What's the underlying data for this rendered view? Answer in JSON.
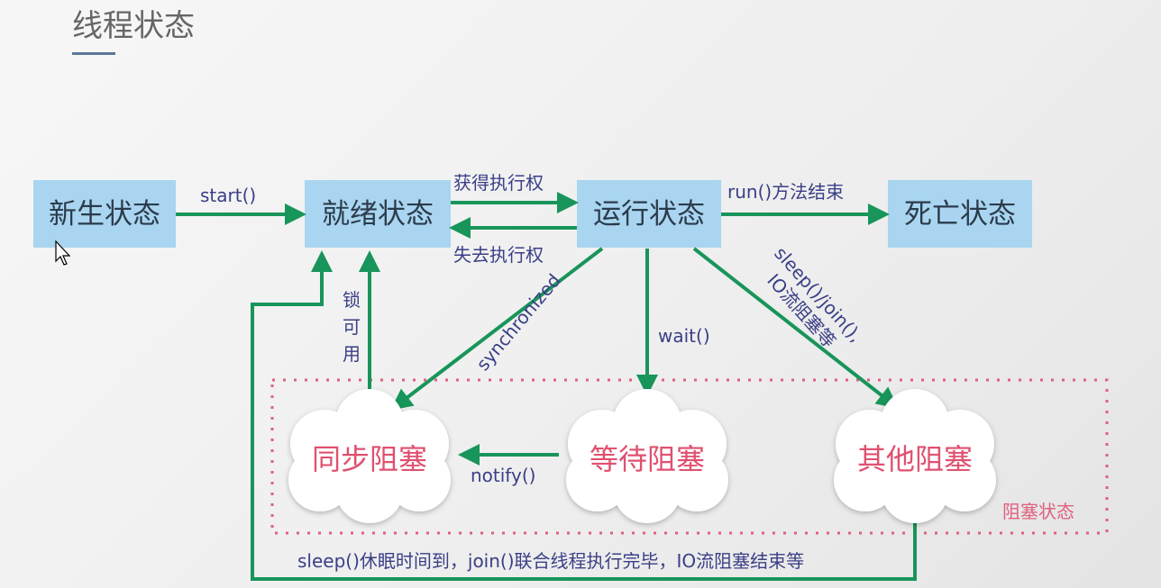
{
  "title": "线程状态",
  "states": {
    "new": "新生状态",
    "ready": "就绪状态",
    "running": "运行状态",
    "dead": "死亡状态"
  },
  "blocked": {
    "sync": "同步阻塞",
    "wait": "等待阻塞",
    "other": "其他阻塞",
    "group_label": "阻塞状态"
  },
  "transitions": {
    "start": "start()",
    "get_cpu": "获得执行权",
    "lose_cpu": "失去执行权",
    "run_end": "run()方法结束",
    "synchronized": "synchronized",
    "wait": "wait()",
    "sleep_line1": "sleep()/join(),",
    "sleep_line2": "IO流阻塞等",
    "lock_1": "锁",
    "lock_2": "可",
    "lock_3": "用",
    "notify": "notify()",
    "return": "sleep()休眠时间到，join()联合线程执行完毕，IO流阻塞结束等"
  },
  "colors": {
    "arrow": "#18955a",
    "box": "#a9d5f0",
    "blocked": "#e0506f",
    "label": "#3a3f86"
  }
}
